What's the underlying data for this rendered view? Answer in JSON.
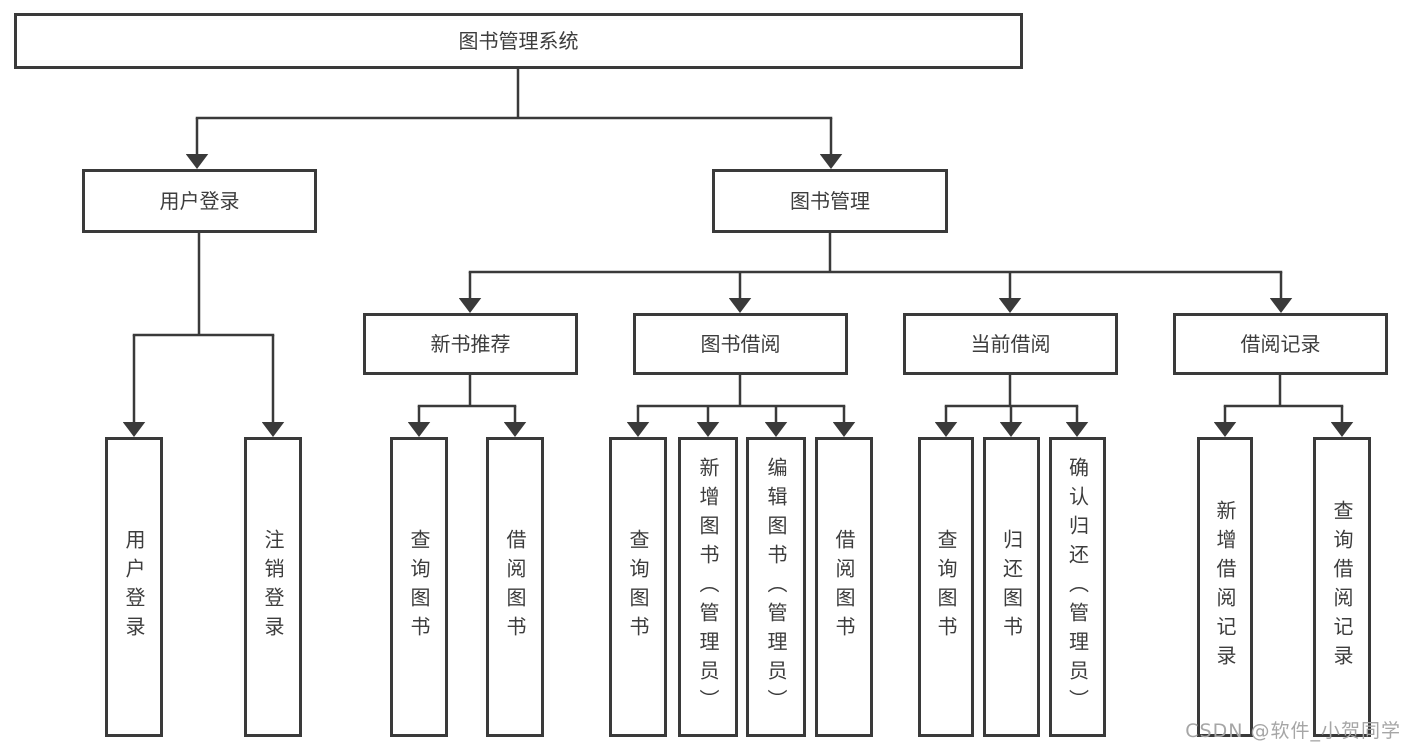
{
  "nodes": {
    "root": {
      "label": "图书管理系统"
    },
    "user_login": {
      "label": "用户登录"
    },
    "book_management": {
      "label": "图书管理"
    },
    "new_book_recommend": {
      "label": "新书推荐"
    },
    "book_borrowing": {
      "label": "图书借阅"
    },
    "current_borrowing": {
      "label": "当前借阅"
    },
    "borrowing_records": {
      "label": "借阅记录"
    },
    "login": {
      "label": "用户登录"
    },
    "logout": {
      "label": "注销登录"
    },
    "query_books_1": {
      "label": "查询图书"
    },
    "borrow_books_1": {
      "label": "借阅图书"
    },
    "query_books_2": {
      "label": "查询图书"
    },
    "add_books_admin": {
      "label": "新增图书（管理员）"
    },
    "edit_books_admin": {
      "label": "编辑图书（管理员）"
    },
    "borrow_books_2": {
      "label": "借阅图书"
    },
    "query_books_3": {
      "label": "查询图书"
    },
    "return_books": {
      "label": "归还图书"
    },
    "confirm_return_admin": {
      "label": "确认归还（管理员）"
    },
    "add_borrow_record": {
      "label": "新增借阅记录"
    },
    "query_borrow_record": {
      "label": "查询借阅记录"
    }
  },
  "watermark": "CSDN @软件_小贺同学",
  "colors": {
    "line": "#3a3a3a",
    "text": "#3d3d3d",
    "box_background": "#ffffff",
    "watermark": "#a6a6a6",
    "background": "#ffffff"
  }
}
